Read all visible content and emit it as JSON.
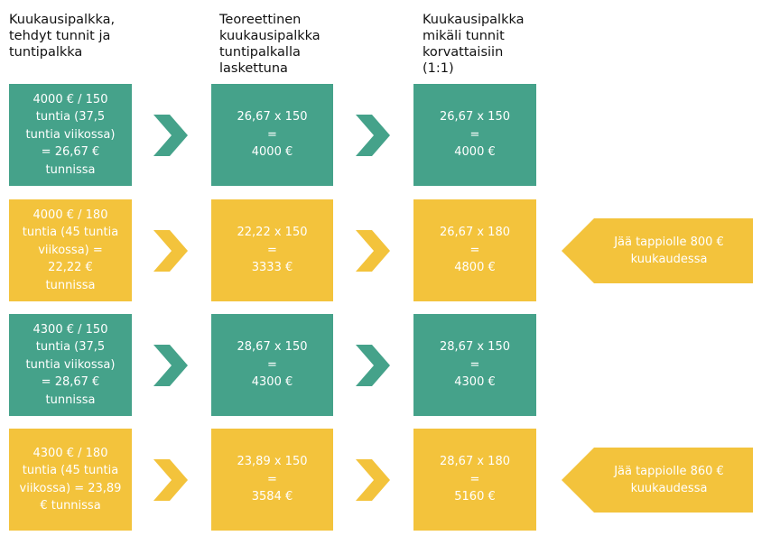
{
  "colors": {
    "green": "#45a28a",
    "yellow": "#f3c33c"
  },
  "headers": {
    "col1": [
      "Kuukausipalkka,",
      "tehdyt tunnit ja",
      "tuntipalkka"
    ],
    "col2": [
      "Teoreettinen",
      "kuukausipalkka",
      "tuntipalkalla",
      "laskettuna"
    ],
    "col3": [
      "Kuukausipalkka",
      "mikäli tunnit",
      "korvattaisiin",
      "(1:1)"
    ]
  },
  "rows": [
    {
      "color": "green",
      "input": [
        "4000 € / 150",
        "tuntia (37,5",
        "tuntia viikossa)",
        "= 26,67 €",
        "tunnissa"
      ],
      "theoretical": [
        "26,67 x 150",
        "=",
        "4000 €"
      ],
      "compensated": [
        "26,67 x 150",
        "=",
        "4000 €"
      ],
      "note": []
    },
    {
      "color": "yellow",
      "input": [
        "4000 € / 180",
        "tuntia (45 tuntia",
        "viikossa) =",
        "22,22 €",
        "tunnissa"
      ],
      "theoretical": [
        "22,22 x 150",
        "=",
        "3333 €"
      ],
      "compensated": [
        "26,67 x 180",
        "=",
        "4800 €"
      ],
      "note": [
        "Jää tappiolle 800 €",
        "kuukaudessa"
      ]
    },
    {
      "color": "green",
      "input": [
        "4300 € / 150",
        "tuntia (37,5",
        "tuntia viikossa)",
        "= 28,67 €",
        "tunnissa"
      ],
      "theoretical": [
        "28,67 x 150",
        "=",
        "4300 €"
      ],
      "compensated": [
        "28,67 x 150",
        "=",
        "4300 €"
      ],
      "note": []
    },
    {
      "color": "yellow",
      "input": [
        "4300 € / 180",
        "tuntia (45 tuntia",
        "viikossa) = 23,89",
        "€ tunnissa"
      ],
      "theoretical": [
        "23,89 x 150",
        "=",
        "3584 €"
      ],
      "compensated": [
        "28,67 x 180",
        "=",
        "5160 €"
      ],
      "note": [
        "Jää tappiolle 860 €",
        "kuukaudessa"
      ]
    }
  ]
}
